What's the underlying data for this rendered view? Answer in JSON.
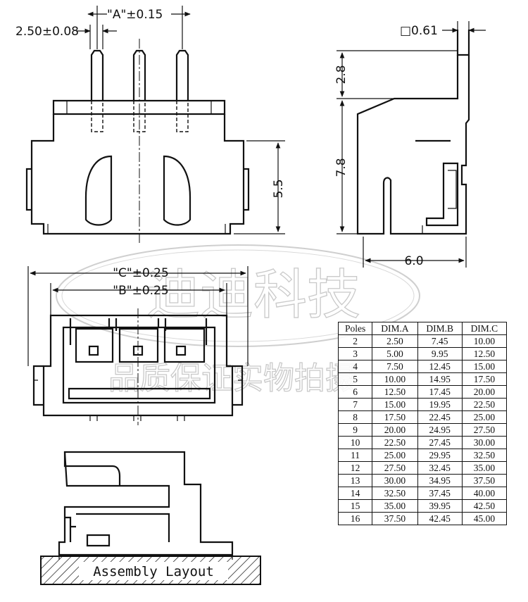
{
  "dimensions": {
    "pitch": "2.50±0.08",
    "dim_a": "\"A\"±0.15",
    "dim_b": "\"B\"±0.25",
    "dim_c": "\"C\"±0.25",
    "pin_square": "□0.61",
    "pin_height": "2.8",
    "body_height": "5.5",
    "total_height": "7.8",
    "depth": "6.0"
  },
  "assembly_label": "Assembly Layout",
  "watermark": {
    "title": "迪迪科技",
    "subtitle": "品质保证实物拍摄"
  },
  "table": {
    "headers": [
      "Poles",
      "DIM.A",
      "DIM.B",
      "DIM.C"
    ],
    "rows": [
      [
        "2",
        "2.50",
        "7.45",
        "10.00"
      ],
      [
        "3",
        "5.00",
        "9.95",
        "12.50"
      ],
      [
        "4",
        "7.50",
        "12.45",
        "15.00"
      ],
      [
        "5",
        "10.00",
        "14.95",
        "17.50"
      ],
      [
        "6",
        "12.50",
        "17.45",
        "20.00"
      ],
      [
        "7",
        "15.00",
        "19.95",
        "22.50"
      ],
      [
        "8",
        "17.50",
        "22.45",
        "25.00"
      ],
      [
        "9",
        "20.00",
        "24.95",
        "27.50"
      ],
      [
        "10",
        "22.50",
        "27.45",
        "30.00"
      ],
      [
        "11",
        "25.00",
        "29.95",
        "32.50"
      ],
      [
        "12",
        "27.50",
        "32.45",
        "35.00"
      ],
      [
        "13",
        "30.00",
        "34.95",
        "37.50"
      ],
      [
        "14",
        "32.50",
        "37.45",
        "40.00"
      ],
      [
        "15",
        "35.00",
        "39.95",
        "42.50"
      ],
      [
        "16",
        "37.50",
        "42.45",
        "45.00"
      ]
    ]
  }
}
